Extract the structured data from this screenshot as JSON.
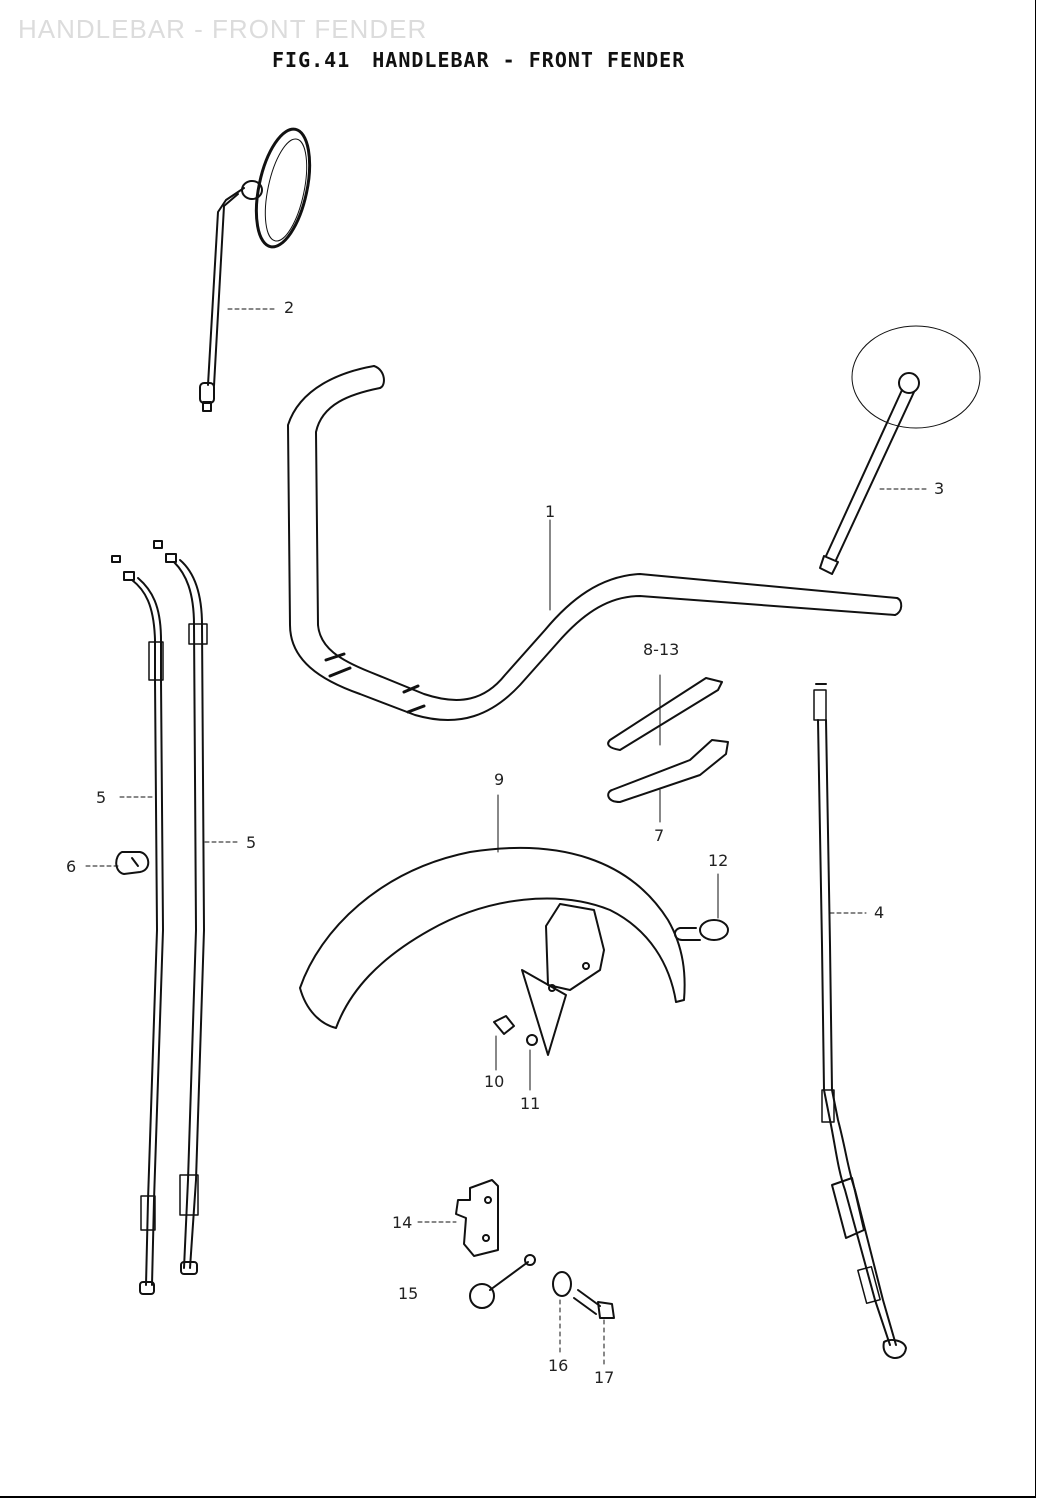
{
  "watermark": "HANDLEBAR - FRONT FENDER",
  "figure": {
    "number": "FIG.41",
    "title": "HANDLEBAR - FRONT FENDER"
  },
  "callouts": {
    "c1": "1",
    "c2": "2",
    "c3": "3",
    "c4": "4",
    "c5a": "5",
    "c5b": "5",
    "c6": "6",
    "c7": "7",
    "c8_13": "8-13",
    "c9": "9",
    "c10": "10",
    "c11": "11",
    "c12": "12",
    "c14": "14",
    "c15": "15",
    "c16": "16",
    "c17": "17"
  }
}
